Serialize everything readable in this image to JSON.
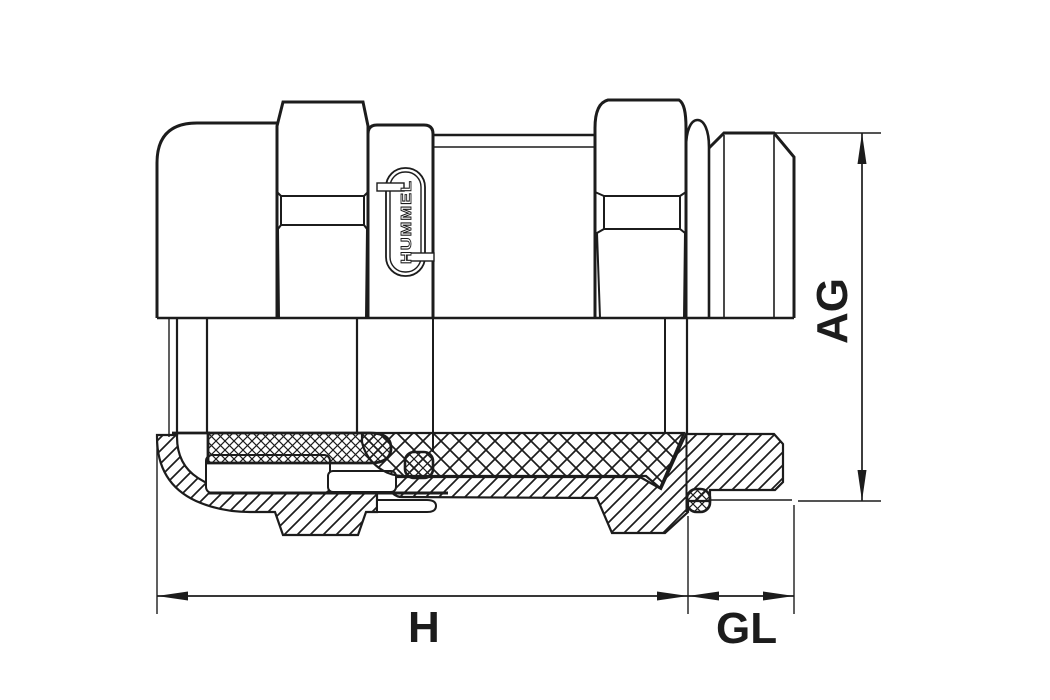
{
  "drawing": {
    "logo_text": "HUMMEL",
    "dim_h": "H",
    "dim_gl": "GL",
    "dim_ag": "AG",
    "line_color": "#1c1c1c",
    "background_color": "#ffffff"
  }
}
